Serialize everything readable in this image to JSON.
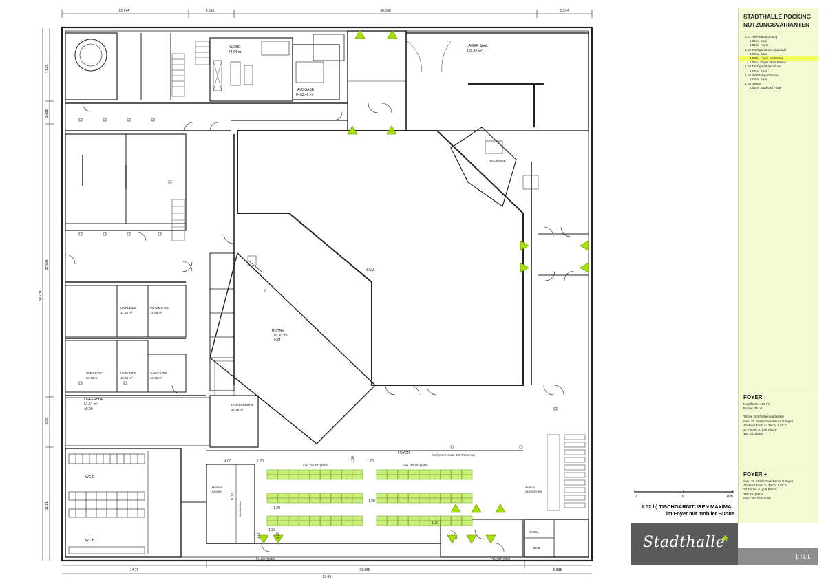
{
  "panel": {
    "title_line1": "STADTHALLE POCKING",
    "title_line2": "NUTZUNGSVARIANTEN",
    "menu": [
      {
        "label": "1.01 Reihenbestuhlung",
        "level": 1
      },
      {
        "label": "1.01 a) Saal",
        "level": 2
      },
      {
        "label": "1.01 b) Foyer",
        "level": 2
      },
      {
        "label": "1.02 Tischgarnituren maximal",
        "level": 1
      },
      {
        "label": "1.02 a) Saal",
        "level": 2
      },
      {
        "label": "1.02 b) Foyer mit Bühne",
        "level": 2,
        "selected": true
      },
      {
        "label": "1.02 c) Foyer ohne Bühne",
        "level": 2
      },
      {
        "label": "1.03 Tischgarnituren Gala",
        "level": 1
      },
      {
        "label": "1.03 a) Saal",
        "level": 2
      },
      {
        "label": "1.04 Biertischgarnituren",
        "level": 1
      },
      {
        "label": "1.04 a) Saal",
        "level": 2
      },
      {
        "label": "1.05 Messe",
        "level": 1
      },
      {
        "label": "1.05 a) Saal und Foyer",
        "level": 2
      }
    ],
    "foyer": {
      "heading": "FOYER",
      "lines": [
        "Nutzfläche: 110 m²",
        "Bühne: 24 m²",
        "",
        "Tische in 3 Reihen aufstellen",
        "max. 20 Stühle zwischen 2 Gängen",
        "Abstand Tisch zu Tisch: 1,50 m",
        "27 Tische zu je 6 Plätze",
        "162 Sitzplätze"
      ]
    },
    "foyer_plus": {
      "heading": "FOYER +",
      "lines": [
        "max. 20 Stühle zwischen 2 Gängen",
        "Abstand Tisch zu Tisch: 1,50 m",
        "33 Tische zu je 6 Plätze",
        "198 Sitzplätze",
        "max. 300 Personen"
      ]
    }
  },
  "caption": {
    "line1": "1.02 b) TISCHGARNITUREN MAXIMAL",
    "line2": "im Foyer mit mobiler Bühne"
  },
  "scale": {
    "s0": "0",
    "s5": "5",
    "s10": "10m"
  },
  "logo": {
    "text": "Stadthalle",
    "star": "*",
    "lill": "LILL"
  },
  "dims": {
    "top": [
      "12.774",
      "4.635",
      "30.690",
      "5.374"
    ],
    "bottom": [
      "14.76",
      "31.655",
      "6.835"
    ],
    "bottom_total": "53.48",
    "left": [
      "7.525",
      "1.665",
      "27.823",
      "3.26",
      "11.91"
    ],
    "left_total": "54.734",
    "foyer_dims": [
      "4.00",
      "1.20",
      "1.20",
      "1.20",
      "1.20",
      "1.20",
      "1.20",
      "6.00",
      "1.50",
      "1.00",
      "1.20"
    ]
  },
  "rooms": {
    "kueche": "KÜCHE",
    "kueche_area": "44.64 m²",
    "ausgabe": "AUSGABE",
    "ausgabe_area": "F=33.42 m²",
    "lager_saal": "LAGER SAAL",
    "lager_saal_area": "165.45 m²",
    "regie": "REGIE/NRE",
    "saal": "SAAL",
    "buehne": "BÜHNE",
    "buehne_area": "101.10 m²",
    "buehne_level": "+0.84",
    "umkleide1": "UMKLEIDE",
    "umkleide1_area": "11.08 m²",
    "putzmittel": "PUTZMITTEL",
    "putzmittel_area": "15.06 m²",
    "umkleide2": "UMKLEIDE",
    "umkleide2_area": "24.43 m²",
    "umkleide3": "UMKLEIDE",
    "umkleide3_area": "10.39 m²",
    "sanitaeter": "SANITÄTER",
    "sanitaeter_area": "12.50 m²",
    "lieferhof": "LIEFERHOF",
    "lieferhof_area": "61.64 m²",
    "lieferhof_level": "±0.00",
    "hinterbuehne": "HINTERBÜHNE",
    "hinterbuehne_area": "27.29 m²",
    "foyer": "FOYER",
    "foyer_note": "bei Foyern: max. 300 Personen",
    "sitz1": "max. 20 Sitzplätze",
    "sitz2": "max. 20 Sitzplätze",
    "mobile_buehne1": "MOBILE",
    "mobile_buehne2": "BÜHNE",
    "mobile_garderobe1": "MOBILE",
    "mobile_garderobe2": "GARDEROBE",
    "wc_d": "WC D",
    "wc_h": "WC H",
    "kassa": "KASSA",
    "bmz": "BMZ",
    "fluchtweg1": "FLUCHTWEG",
    "fluchtweg2": "FLUCHTWEG",
    "treppe": "Arbeitsbühne"
  },
  "colors": {
    "accent": "#a6e000",
    "table": "#c8f07a",
    "panel": "#f3f9d2",
    "selected": "#f4ff5c"
  }
}
